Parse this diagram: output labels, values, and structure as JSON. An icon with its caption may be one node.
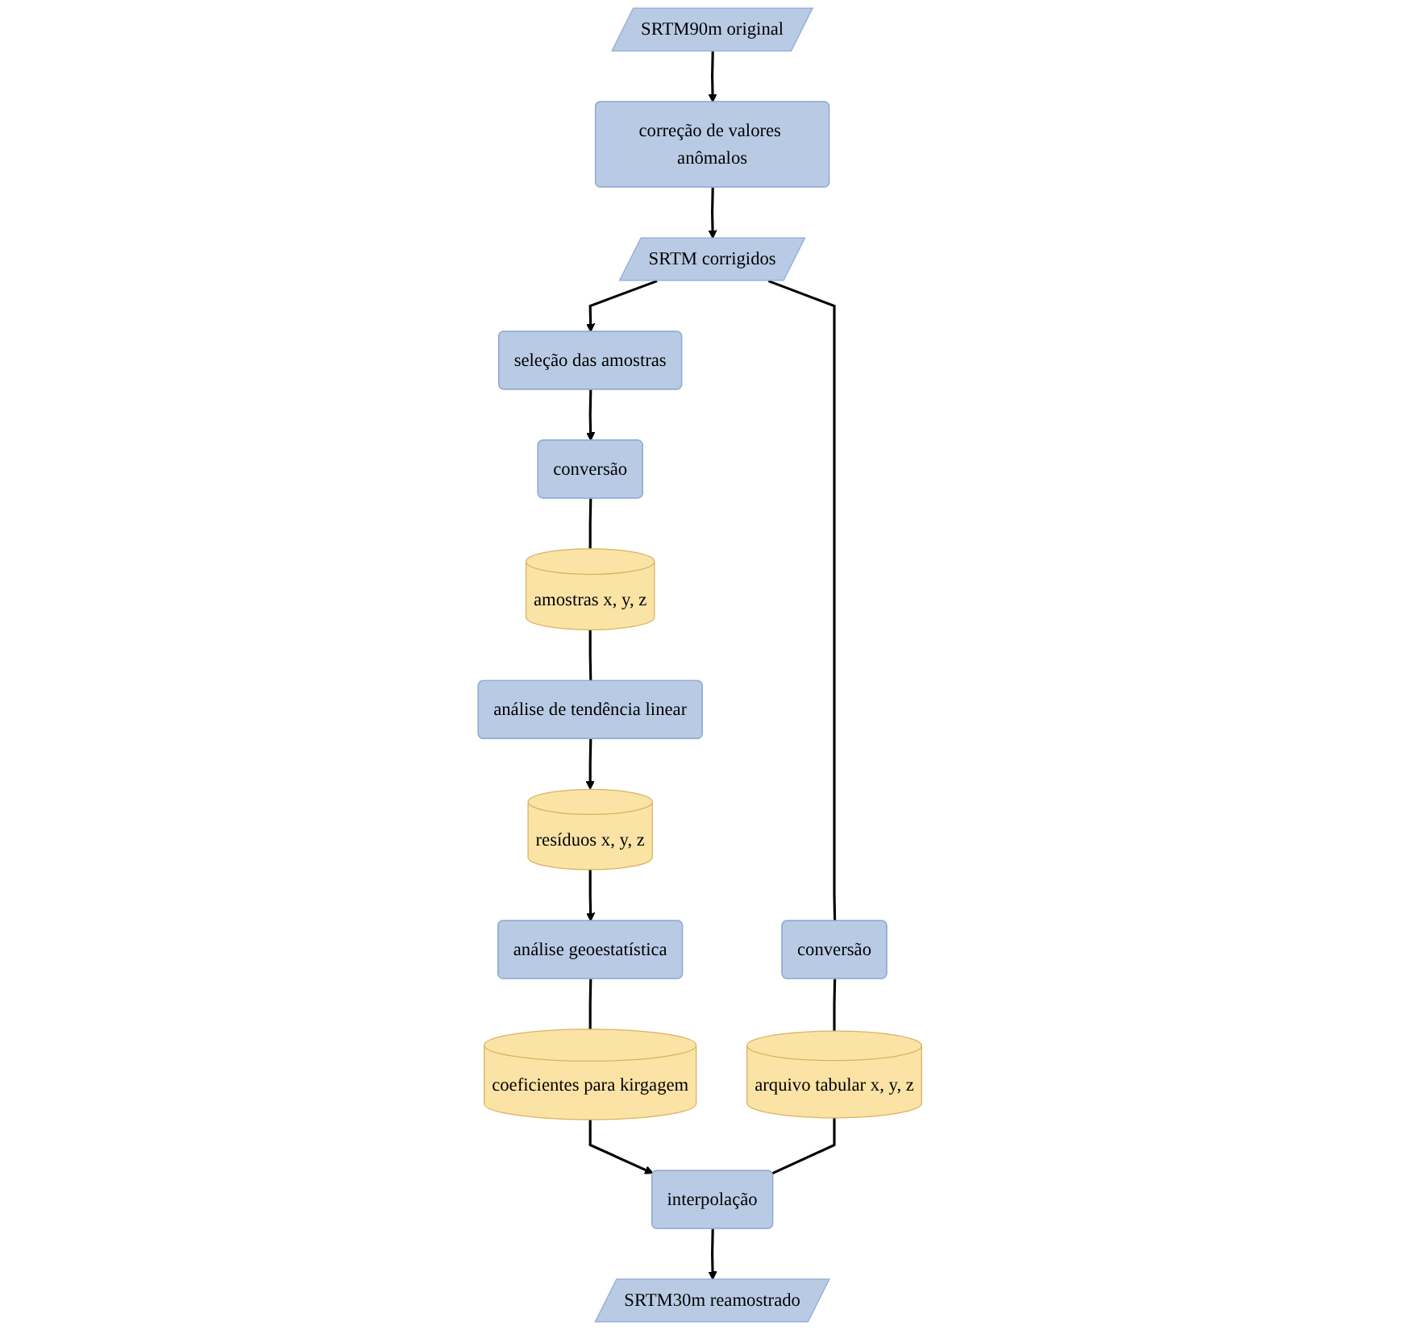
{
  "diagram": {
    "nodes": [
      {
        "text": [
          "SRTM90m original"
        ]
      },
      {
        "text": [
          "correção de valores anômalos"
        ]
      },
      {
        "text": [
          "SRTM corrigidos"
        ]
      },
      {
        "text": [
          "conversão"
        ]
      },
      {
        "text": [
          "seleção das amostras"
        ]
      },
      {
        "text": [
          "conversão"
        ]
      },
      {
        "text": [
          "amostras x, y, z"
        ]
      },
      {
        "text": [
          "arquivo tabular x, y, z"
        ]
      },
      {
        "text": [
          "análise de tendência linear"
        ]
      },
      {
        "text": [
          "coeficientes para kirgagem"
        ]
      },
      {
        "text": [
          "interpolação"
        ]
      },
      {
        "text": [
          "resíduos x, y, z"
        ]
      },
      {
        "text": [
          "análise geoestatística"
        ]
      },
      {
        "text": [
          "SRTM30m reamostrado"
        ]
      }
    ],
    "edges": [
      {
        "from": 0,
        "to": 1,
        "arrow": "to"
      },
      {
        "from": 1,
        "to": 2,
        "arrow": "to"
      },
      {
        "from": 2,
        "to": 4,
        "arrow": "to"
      },
      {
        "from": 4,
        "to": 3,
        "arrow": "to"
      },
      {
        "from": 3,
        "to": 6,
        "arrow": "none"
      },
      {
        "from": 2,
        "to": 5,
        "arrow": "none"
      },
      {
        "from": 5,
        "to": 7,
        "arrow": "none"
      },
      {
        "from": 6,
        "to": 8,
        "arrow": "none"
      },
      {
        "from": 8,
        "to": 11,
        "arrow": "to"
      },
      {
        "from": 11,
        "to": 12,
        "arrow": "to"
      },
      {
        "from": 12,
        "to": 9,
        "arrow": "none"
      },
      {
        "from": 9,
        "to": 10,
        "arrow": "to"
      },
      {
        "from": 7,
        "to": 10,
        "arrow": "none"
      },
      {
        "from": 10,
        "to": 13,
        "arrow": "to"
      }
    ]
  }
}
